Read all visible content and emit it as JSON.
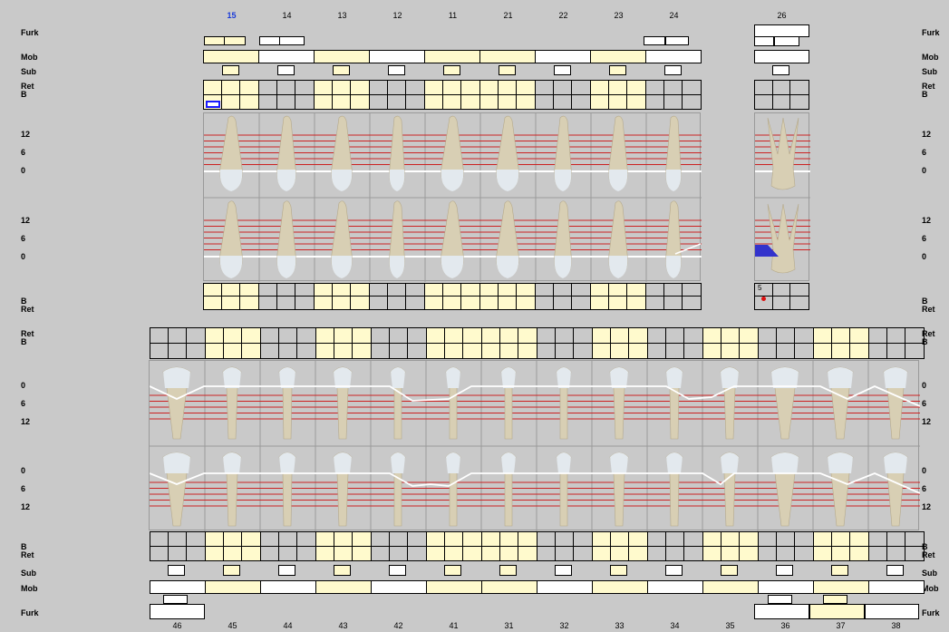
{
  "upper": {
    "teeth": [
      "15",
      "14",
      "13",
      "12",
      "11",
      "21",
      "22",
      "23",
      "24",
      "26"
    ],
    "selected_tooth": "15",
    "labels_left": {
      "furk": "Furk",
      "mob": "Mob",
      "sub": "Sub",
      "ret": "Ret",
      "b": "B",
      "ret_bottom": "Ret",
      "b_bottom": "B"
    },
    "scale_top": [
      "12",
      "6",
      "0"
    ],
    "scale_bottom": [
      "12",
      "6",
      "0"
    ],
    "tooth26_value": "5"
  },
  "lower": {
    "teeth": [
      "46",
      "45",
      "44",
      "43",
      "42",
      "41",
      "31",
      "32",
      "33",
      "34",
      "35",
      "36",
      "37",
      "38"
    ],
    "labels": {
      "ret": "Ret",
      "b": "B",
      "sub": "Sub",
      "mob": "Mob",
      "furk": "Furk"
    },
    "scale": [
      "0",
      "6",
      "12"
    ]
  },
  "colors": {
    "highlight": "#fffacd",
    "probe_line": "#cc2222",
    "gum_line": "#ffffff",
    "selected": "#1a1aff",
    "recession": "#3333cc"
  }
}
